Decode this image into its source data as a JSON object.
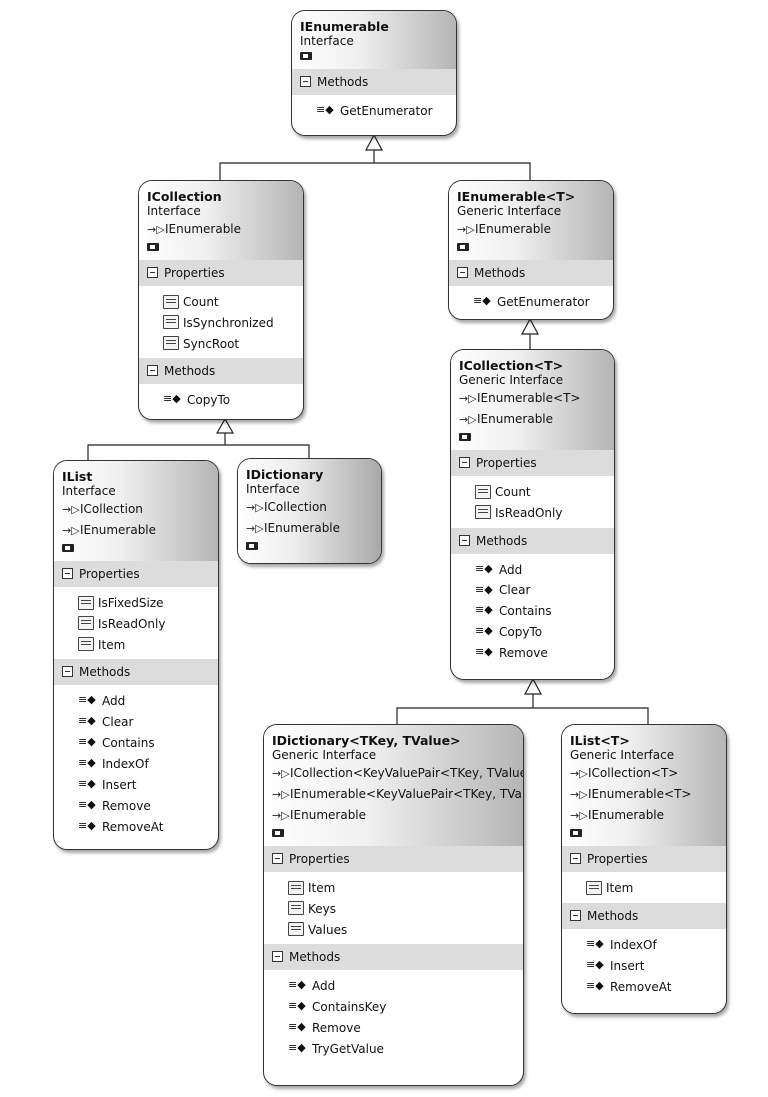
{
  "labels": {
    "properties": "Properties",
    "methods": "Methods"
  },
  "icons": {
    "inherit_arrow": "→▷",
    "method": "≡◆"
  },
  "boxes": {
    "ienumerable": {
      "title": "IEnumerable",
      "subtitle": "Interface",
      "methods": [
        "GetEnumerator"
      ]
    },
    "icollection": {
      "title": "ICollection",
      "subtitle": "Interface",
      "inherits": [
        "IEnumerable"
      ],
      "properties": [
        "Count",
        "IsSynchronized",
        "SyncRoot"
      ],
      "methods": [
        "CopyTo"
      ]
    },
    "ienumerable_t": {
      "title": "IEnumerable<T>",
      "subtitle": "Generic Interface",
      "inherits": [
        "IEnumerable"
      ],
      "methods": [
        "GetEnumerator"
      ]
    },
    "ilist": {
      "title": "IList",
      "subtitle": "Interface",
      "inherits": [
        "ICollection",
        "IEnumerable"
      ],
      "properties": [
        "IsFixedSize",
        "IsReadOnly",
        "Item"
      ],
      "methods": [
        "Add",
        "Clear",
        "Contains",
        "IndexOf",
        "Insert",
        "Remove",
        "RemoveAt"
      ]
    },
    "idictionary": {
      "title": "IDictionary",
      "subtitle": "Interface",
      "inherits": [
        "ICollection",
        "IEnumerable"
      ]
    },
    "icollection_t": {
      "title": "ICollection<T>",
      "subtitle": "Generic Interface",
      "inherits": [
        "IEnumerable<T>",
        "IEnumerable"
      ],
      "properties": [
        "Count",
        "IsReadOnly"
      ],
      "methods": [
        "Add",
        "Clear",
        "Contains",
        "CopyTo",
        "Remove"
      ]
    },
    "idictionary_tkey_tvalue": {
      "title": "IDictionary<TKey, TValue>",
      "subtitle": "Generic Interface",
      "inherits": [
        "ICollection<KeyValuePair<TKey, TValue...",
        "IEnumerable<KeyValuePair<TKey, TVal...",
        "IEnumerable"
      ],
      "properties": [
        "Item",
        "Keys",
        "Values"
      ],
      "methods": [
        "Add",
        "ContainsKey",
        "Remove",
        "TryGetValue"
      ]
    },
    "ilist_t": {
      "title": "IList<T>",
      "subtitle": "Generic Interface",
      "inherits": [
        "ICollection<T>",
        "IEnumerable<T>",
        "IEnumerable"
      ],
      "properties": [
        "Item"
      ],
      "methods": [
        "IndexOf",
        "Insert",
        "RemoveAt"
      ]
    }
  }
}
